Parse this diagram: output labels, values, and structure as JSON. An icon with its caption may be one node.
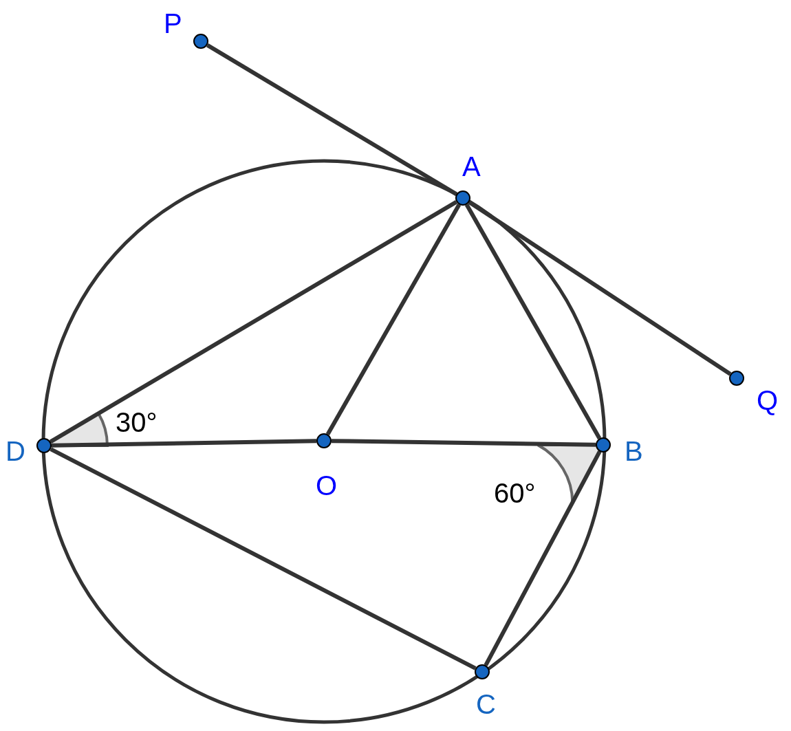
{
  "diagram": {
    "nodes": [
      {
        "text": [
          "P"
        ]
      },
      {
        "text": [
          "A"
        ]
      },
      {
        "text": [
          "Q"
        ]
      },
      {
        "text": [
          "D"
        ]
      },
      {
        "text": [
          "O"
        ]
      },
      {
        "text": [
          "B"
        ]
      },
      {
        "text": [
          "C"
        ]
      }
    ],
    "edges": [
      {
        "from": 0,
        "to": 1,
        "arrow": "none"
      },
      {
        "from": 1,
        "to": 2,
        "arrow": "none"
      },
      {
        "from": 1,
        "to": 3,
        "arrow": "none"
      },
      {
        "from": 1,
        "to": 4,
        "arrow": "none"
      },
      {
        "from": 1,
        "to": 5,
        "arrow": "none"
      },
      {
        "from": 3,
        "to": 4,
        "arrow": "none"
      },
      {
        "from": 4,
        "to": 5,
        "arrow": "none"
      },
      {
        "from": 3,
        "to": 6,
        "arrow": "none"
      },
      {
        "from": 5,
        "to": 6,
        "arrow": "none"
      }
    ],
    "labels": [
      "30°",
      "60°"
    ]
  }
}
